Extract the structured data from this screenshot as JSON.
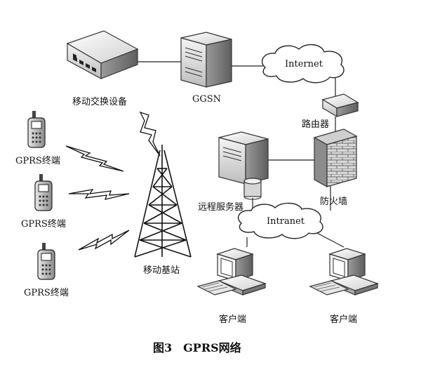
{
  "diagram": {
    "nodes": {
      "msc": "移动交换设备",
      "ggsn": "GGSN",
      "internet": "Internet",
      "router": "路由器",
      "remote_server": "远程服务器",
      "firewall": "防火墙",
      "intranet": "Intranet",
      "base_station": "移动基站",
      "terminal_1": "GPRS终端",
      "terminal_2": "GPRS终端",
      "terminal_3": "GPRS终端",
      "client_1": "客户端",
      "client_2": "客户端"
    },
    "caption": "图3　GPRS网络"
  }
}
